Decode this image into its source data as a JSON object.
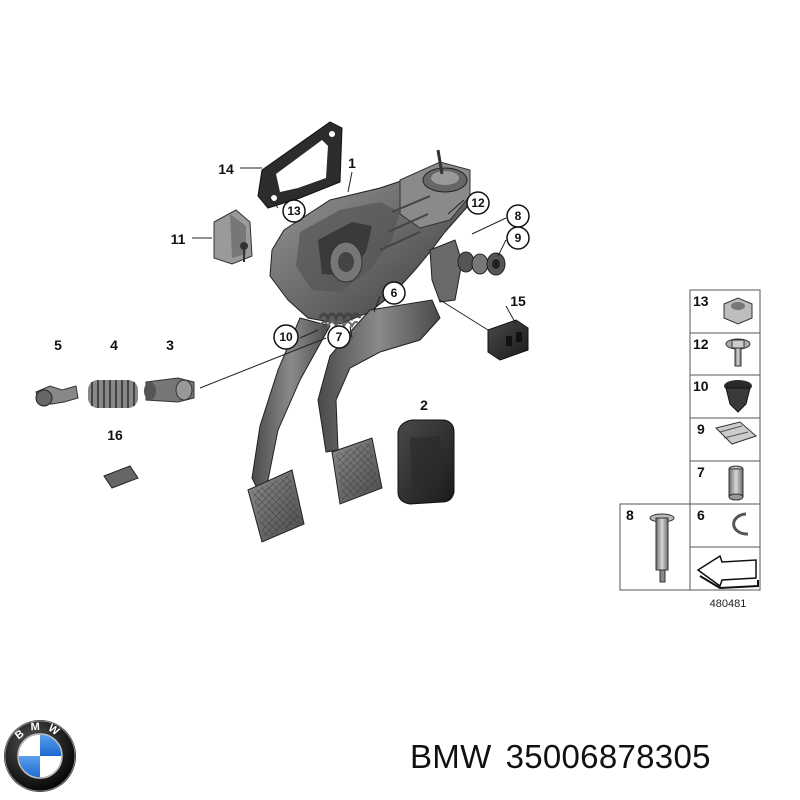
{
  "diagram": {
    "callouts": {
      "c1": "1",
      "c2": "2",
      "c3": "3",
      "c4": "4",
      "c5": "5",
      "c6": "6",
      "c7": "7",
      "c8": "8",
      "c9": "9",
      "c10": "10",
      "c11": "11",
      "c12": "12",
      "c13": "13",
      "c14": "14",
      "c15": "15",
      "c16": "16"
    },
    "legend": {
      "n13": "13",
      "n12": "12",
      "n10": "10",
      "n9": "9",
      "n7": "7",
      "n6": "6",
      "n8": "8"
    },
    "reference_number": "480481"
  },
  "footer": {
    "brand": "BMW",
    "part_number": "35006878305",
    "logo_letters": "BMW"
  },
  "colors": {
    "ink": "#111111",
    "pedal_dark": "#3a3a3a",
    "pedal_mid": "#6b6b6b",
    "bmw_blue": "#1c69d4"
  }
}
